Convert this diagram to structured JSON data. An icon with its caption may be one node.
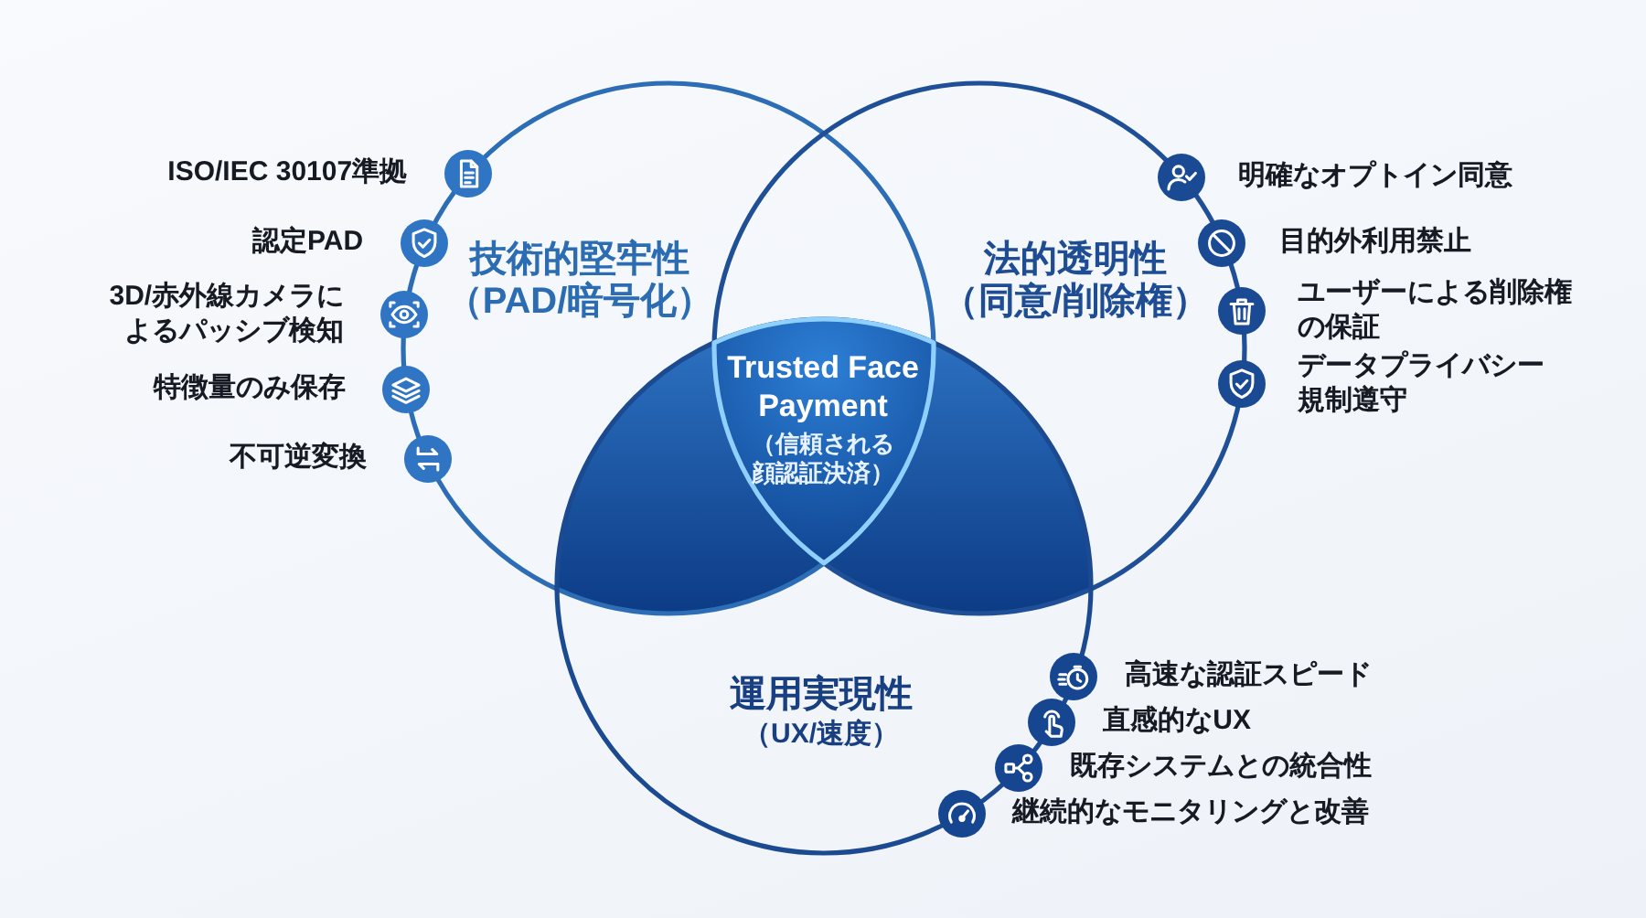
{
  "diagram": {
    "nodes": [
      {
        "text": [
          "技術的堅牢性",
          "（PAD/暗号化）"
        ],
        "beside": [
          "ISO/IEC 30107準拠",
          "認定PAD",
          "3D/赤外線カメラによるパッシブ検知",
          "特徴量のみ保存",
          "不可逆変換"
        ]
      },
      {
        "text": [
          "法的透明性",
          "（同意/削除権）"
        ],
        "beside": [
          "明確なオプトイン同意",
          "目的外利用禁止",
          "ユーザーによる削除権の保証",
          "データプライバシー規制遵守"
        ]
      },
      {
        "text": [
          "Trusted Face Payment",
          "（信頼される顔認証決済）"
        ]
      },
      {
        "text": [
          "運用実現性",
          "（UX/速度）"
        ],
        "beside": [
          "高速な認証スピード",
          "直感的なUX",
          "既存システムとの統合性",
          "継続的なモニタリングと改善"
        ]
      }
    ]
  }
}
